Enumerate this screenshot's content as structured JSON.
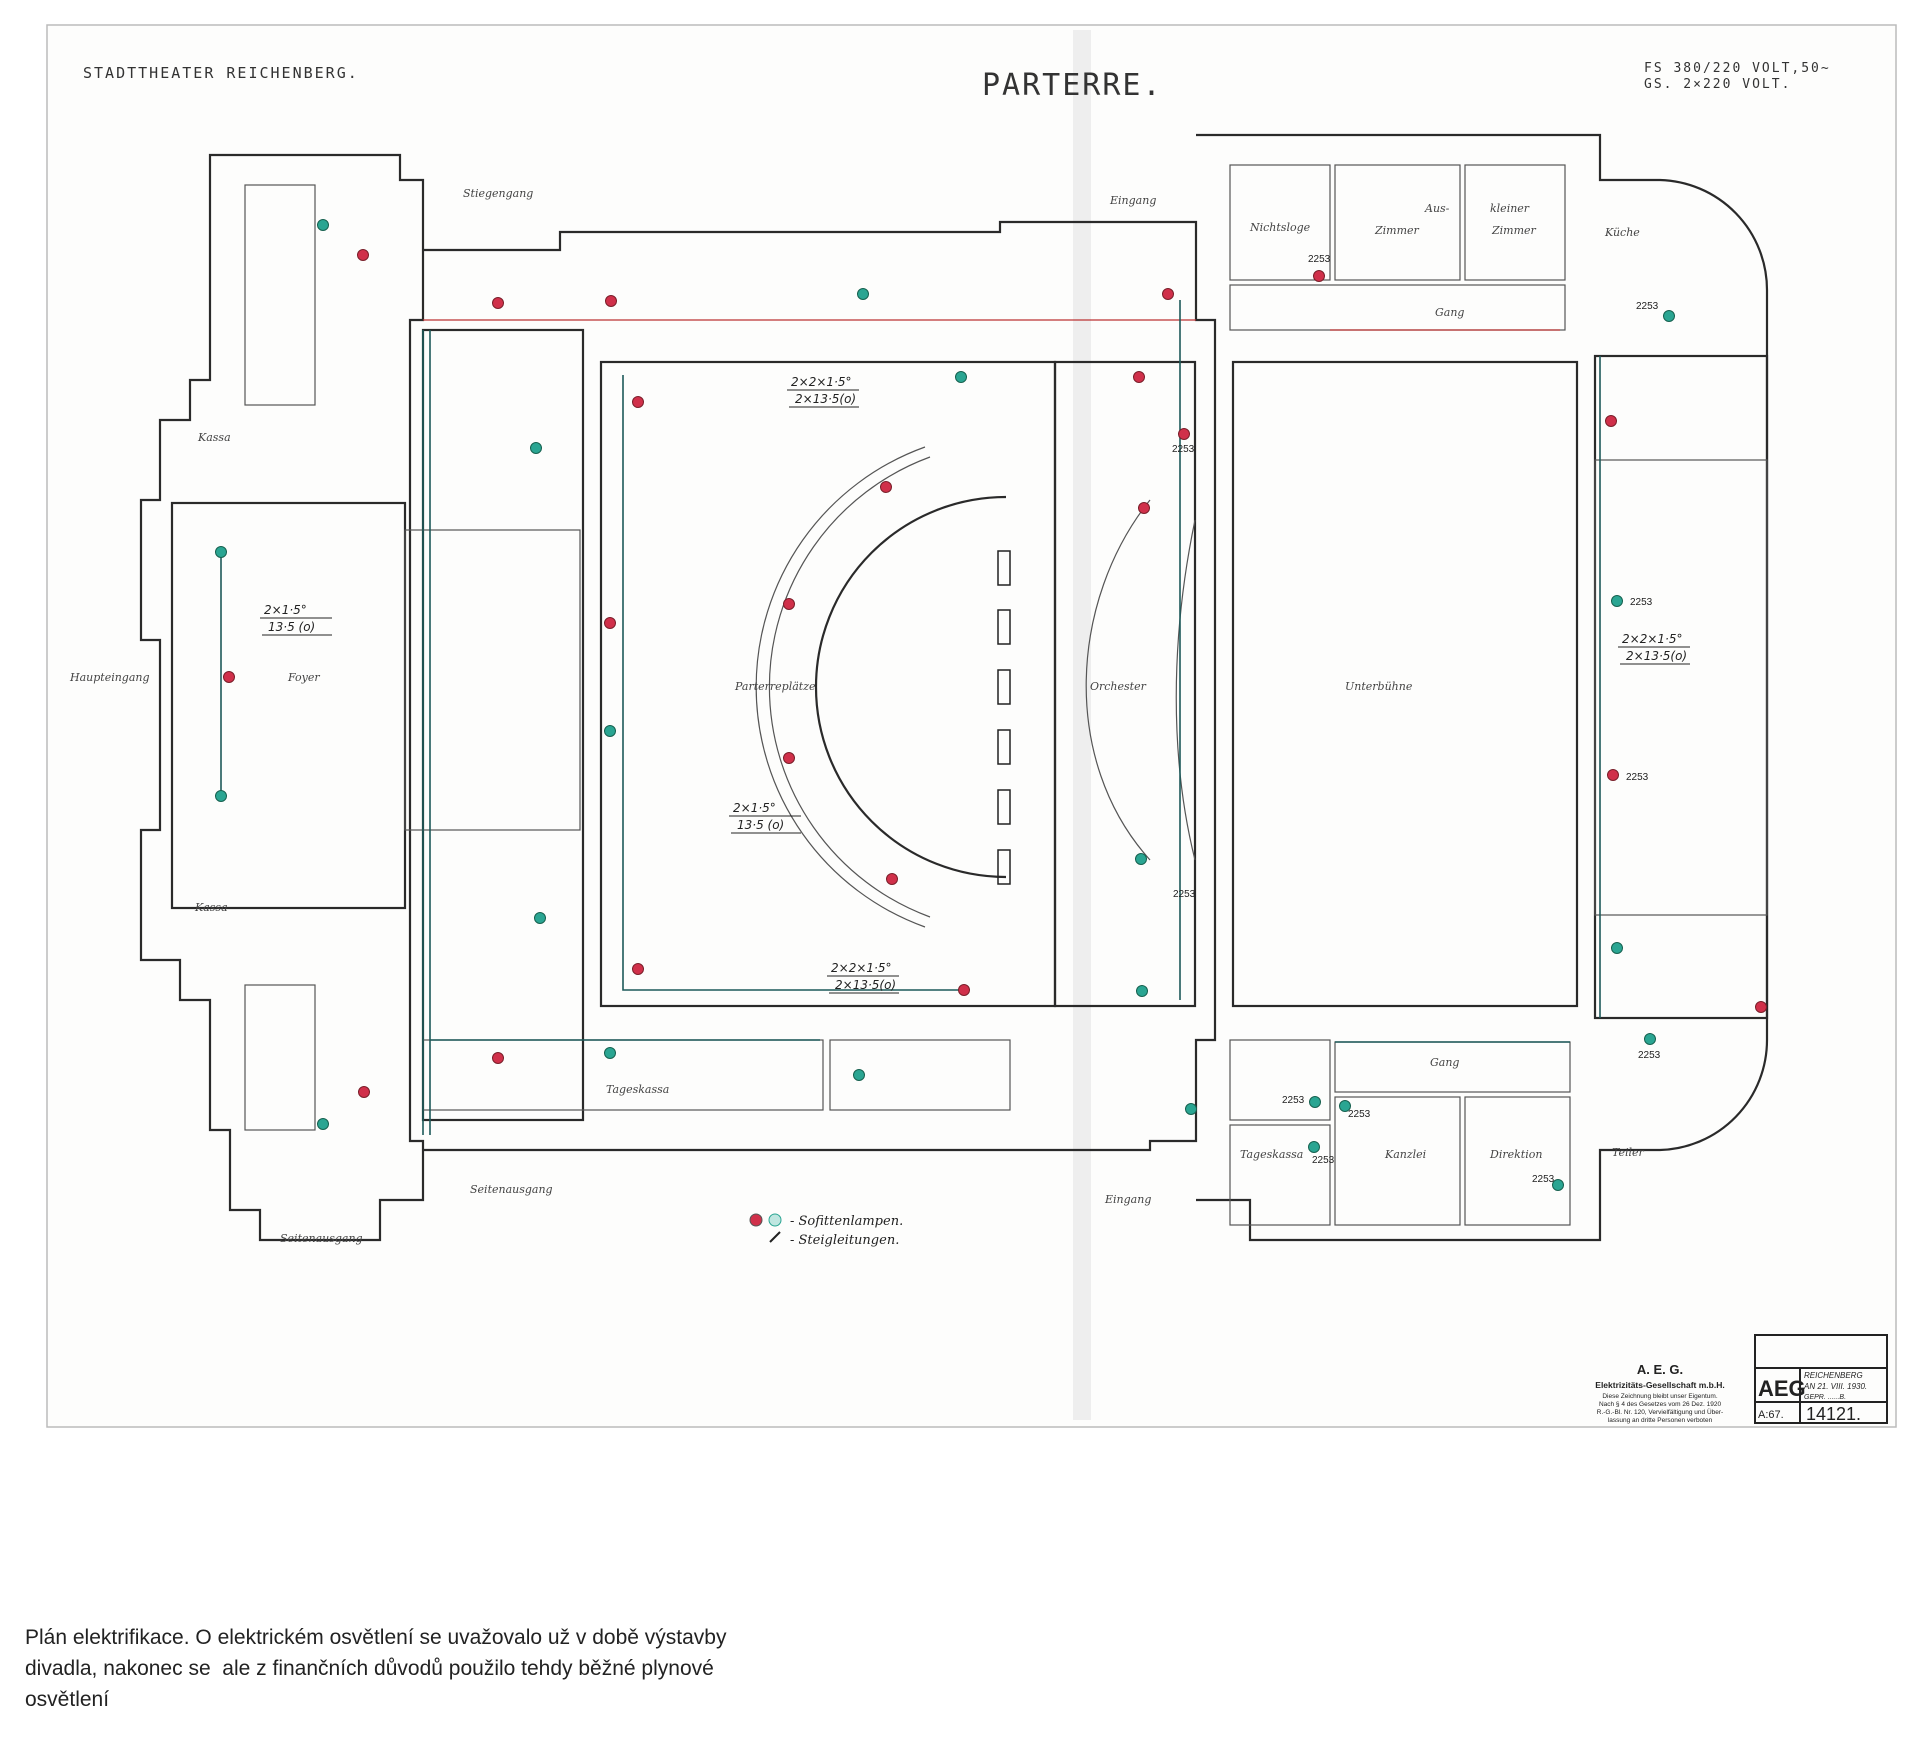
{
  "header": {
    "left_title": "STADTTHEATER REICHENBERG.",
    "title": "PARTERRE.",
    "voltage_line1": "FS 380/220 VOLT,50~",
    "voltage_line2": "GS. 2×220 VOLT."
  },
  "rooms": {
    "hauptengang": "Haupteingang",
    "foyer": "Foyer",
    "kassa_top": "Kassa",
    "kassa_bottom": "Kassa",
    "parterre": "Parterreplätze",
    "orchester": "Orchester",
    "unterbuehne": "Unterbühne",
    "gang_top": "Gang",
    "gang_bottom": "Gang",
    "tageskassa_right": "Tageskassa",
    "kanzlei": "Kanzlei",
    "direktion": "Direktion",
    "teiler": "Teiler",
    "kueche": "Küche",
    "nichtslobe": "Nichtsloge",
    "zimmer1": "Zimmer",
    "aus": "Aus-",
    "kleiner": "kleiner",
    "zimmer2": "Zimmer",
    "tageskassa_left": "Tageskassa",
    "seitenausgang1": "Seitenausgang",
    "seitenausgang2": "Seitenausgang",
    "eingang_bottom": "Eingang",
    "eingang_top": "Eingang",
    "stiegengang": "Stiegengang"
  },
  "wire_labels": [
    {
      "top": "2×1·5°",
      "bottom": "13·5 (o)"
    },
    {
      "top": "2×2×1·5°",
      "bottom": "2×13·5(o)"
    },
    {
      "top": "2×1·5°",
      "bottom": "13·5 (o)"
    },
    {
      "top": "2×2×1·5°",
      "bottom": "2×13·5(o)"
    },
    {
      "top": "2×2×1·5°",
      "bottom": "2×13·5(o)"
    }
  ],
  "lamp_code": "2253",
  "legend": {
    "lamps": "- Sofittenlampen.",
    "risers": "- Steigleitungen."
  },
  "colors": {
    "red_lamp": "#d0304a",
    "teal_lamp": "#2aa592"
  },
  "stamp": {
    "company": "A. E. G.",
    "company_full": "Elektrizitäts-Gesellschaft m.b.H.",
    "note1": "Diese Zeichnung bleibt unser Eigentum.",
    "note2": "Nach § 4 des Gesetzes vom 26 Dez. 1920",
    "note3": "R.-G.-Bl. Nr. 120, Vervielfältigung und Über-",
    "note4": "lassung an dritte Personen verboten",
    "logo": "AEG",
    "place": "REICHENBERG",
    "date": "AN 21. VIII. 1930.",
    "checked": "GEPR. ......B.",
    "code": "A:67.",
    "number": "14121."
  },
  "caption": {
    "line1": "Plán elektrifikace. O elektrickém osvětlení se uvažovalo už v době výstavby",
    "line2": "divadla, nakonec se  ale z finančních důvodů použilo tehdy běžné plynové",
    "line3": "osvětlení"
  }
}
